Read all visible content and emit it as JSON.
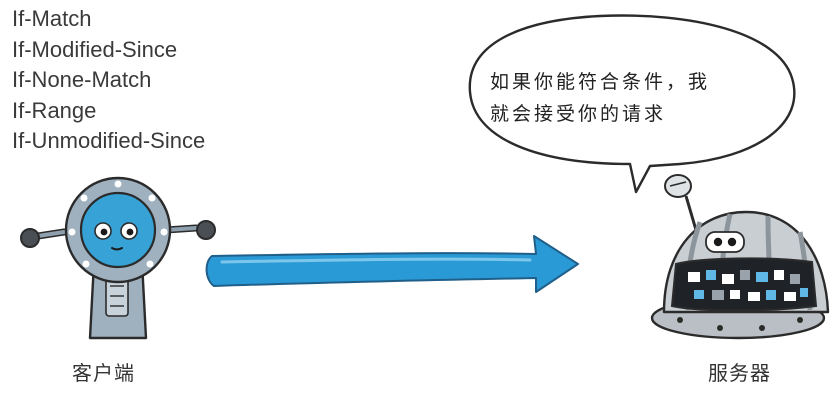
{
  "conditional_headers": [
    "If-Match",
    "If-Modified-Since",
    "If-None-Match",
    "If-Range",
    "If-Unmodified-Since"
  ],
  "speech_bubble": {
    "lines": [
      "如果你能符合条件，我",
      "就会接受你的请求"
    ]
  },
  "client_label": "客户端",
  "server_label": "服务器",
  "colors": {
    "arrow": "#2a9ad6",
    "client_body": "#9fb0bf",
    "client_face": "#36a2d6",
    "outline": "#2b2b2b",
    "server_shell": "#c9ced3"
  }
}
